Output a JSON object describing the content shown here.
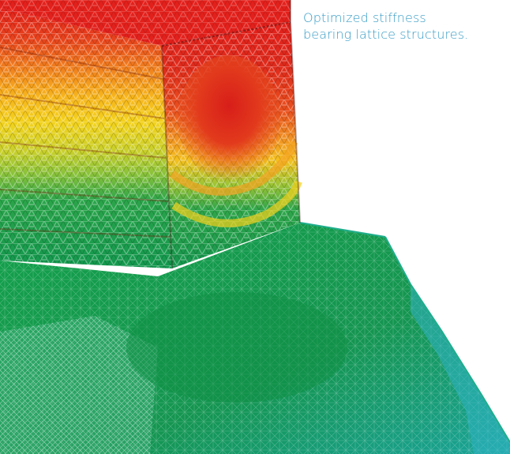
{
  "caption": {
    "line1": "Optimized stiffness",
    "line2": "bearing lattice structures."
  },
  "colors": {
    "caption_text": "#3a9ec7",
    "stress_high": "#e3201b",
    "stress_mid_high": "#f07a1e",
    "stress_mid": "#f7d21a",
    "stress_mid_low": "#b8d62a",
    "stress_low": "#16a34a",
    "mesh_edge": "#1fae8c",
    "mesh_edge_blue": "#31b4e0"
  },
  "image": {
    "subject": "lattice-structure-stress-visualization"
  }
}
